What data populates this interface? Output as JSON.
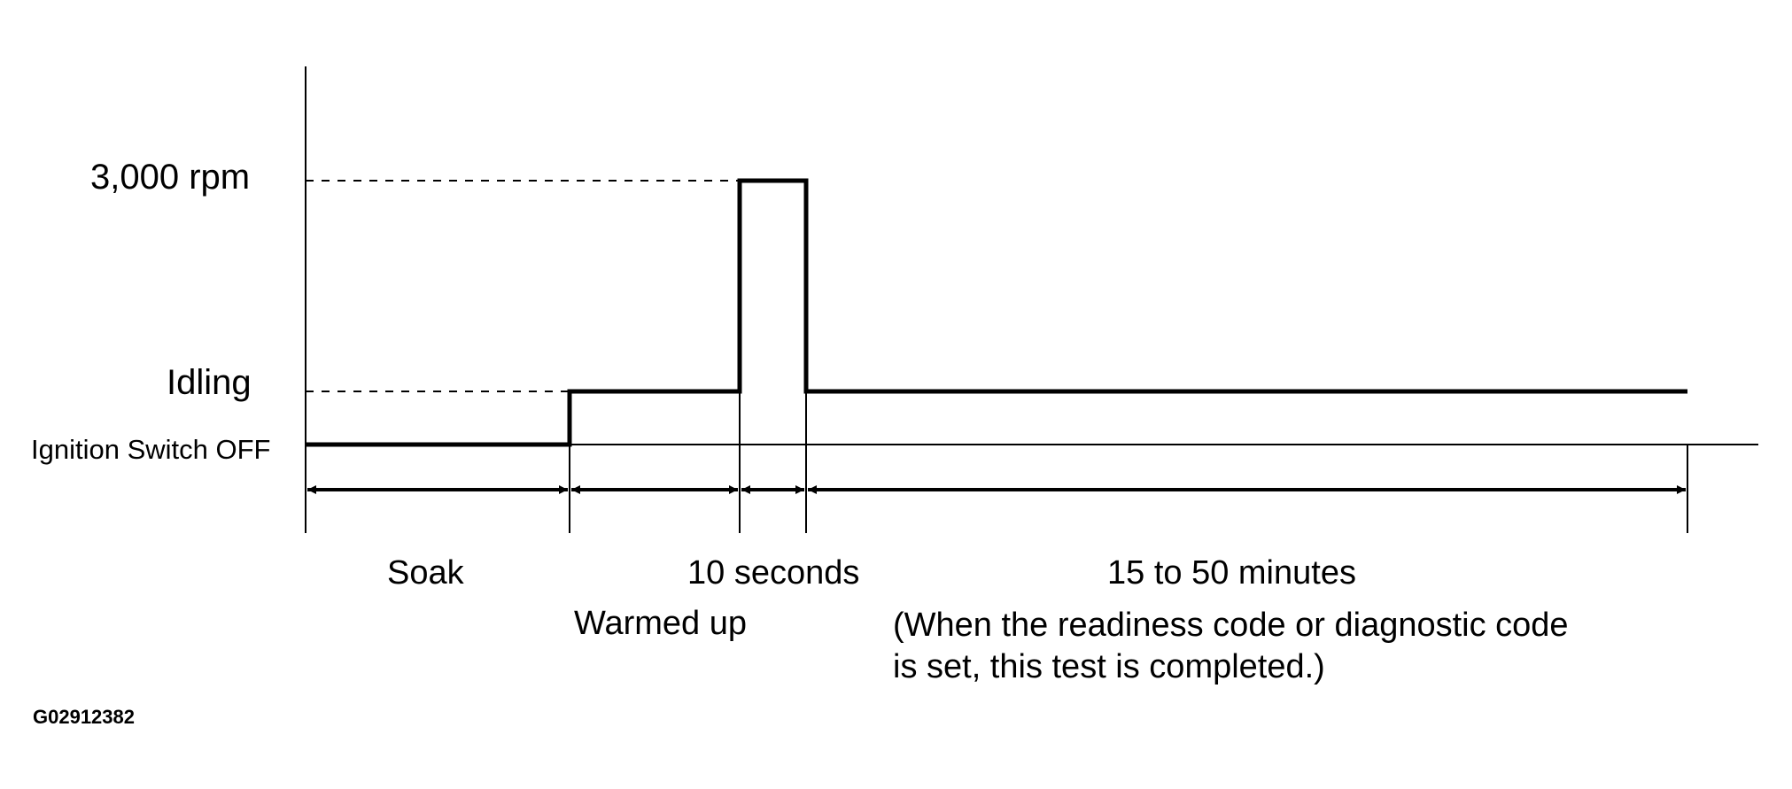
{
  "levels": {
    "high": "3,000 rpm",
    "idle": "Idling",
    "off": "Ignition Switch OFF"
  },
  "phases": {
    "soak": "Soak",
    "warmed_up": "Warmed up",
    "high_duration": "10 seconds",
    "idle_duration": "15 to 50 minutes",
    "note_line1": "(When the readiness code or diagnostic code",
    "note_line2": "is set, this test is completed.)"
  },
  "figure_id": "G02912382",
  "colors": {
    "line": "#000000",
    "background": "#ffffff"
  }
}
